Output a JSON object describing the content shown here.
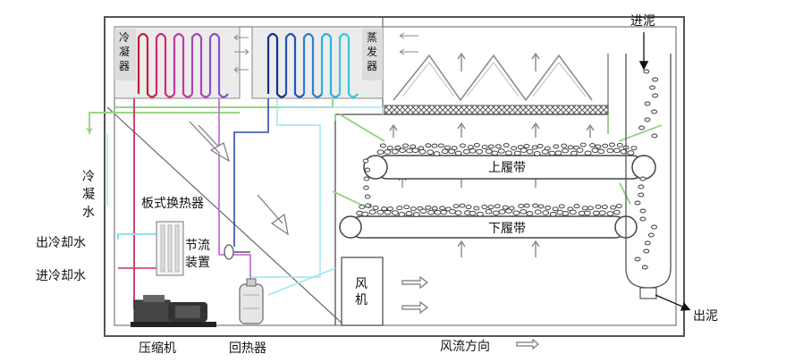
{
  "labels": {
    "condenser": "冷凝器",
    "evaporator": "蒸发器",
    "condensate_water": "冷凝水",
    "plate_heat_exchanger": "板式换热器",
    "outlet_cooling_water": "出冷却水",
    "inlet_cooling_water": "进冷却水",
    "throttle_device": "节流装置",
    "compressor": "压缩机",
    "regenerator": "回热器",
    "fan": "风机",
    "upper_belt": "上履带",
    "lower_belt": "下履带",
    "sludge_in": "进泥",
    "sludge_out": "出泥",
    "airflow_direction": "风流方向"
  },
  "colors": {
    "frame": "#555555",
    "hot_refrigerant": "#d0305a",
    "condenser_coil": [
      "#c0203a",
      "#d42a6a",
      "#c23a9a",
      "#a845b8",
      "#8a50c8"
    ],
    "evaporator_coil": [
      "#1a2e8a",
      "#1d55b8",
      "#2a80d0",
      "#2ab0e0",
      "#35c8d8"
    ],
    "cooling_water": "#8fe0ea",
    "green_pipe": "#9ad48a",
    "light_blue_line": "#9fe5f0",
    "purple_line": "#c060d0"
  }
}
